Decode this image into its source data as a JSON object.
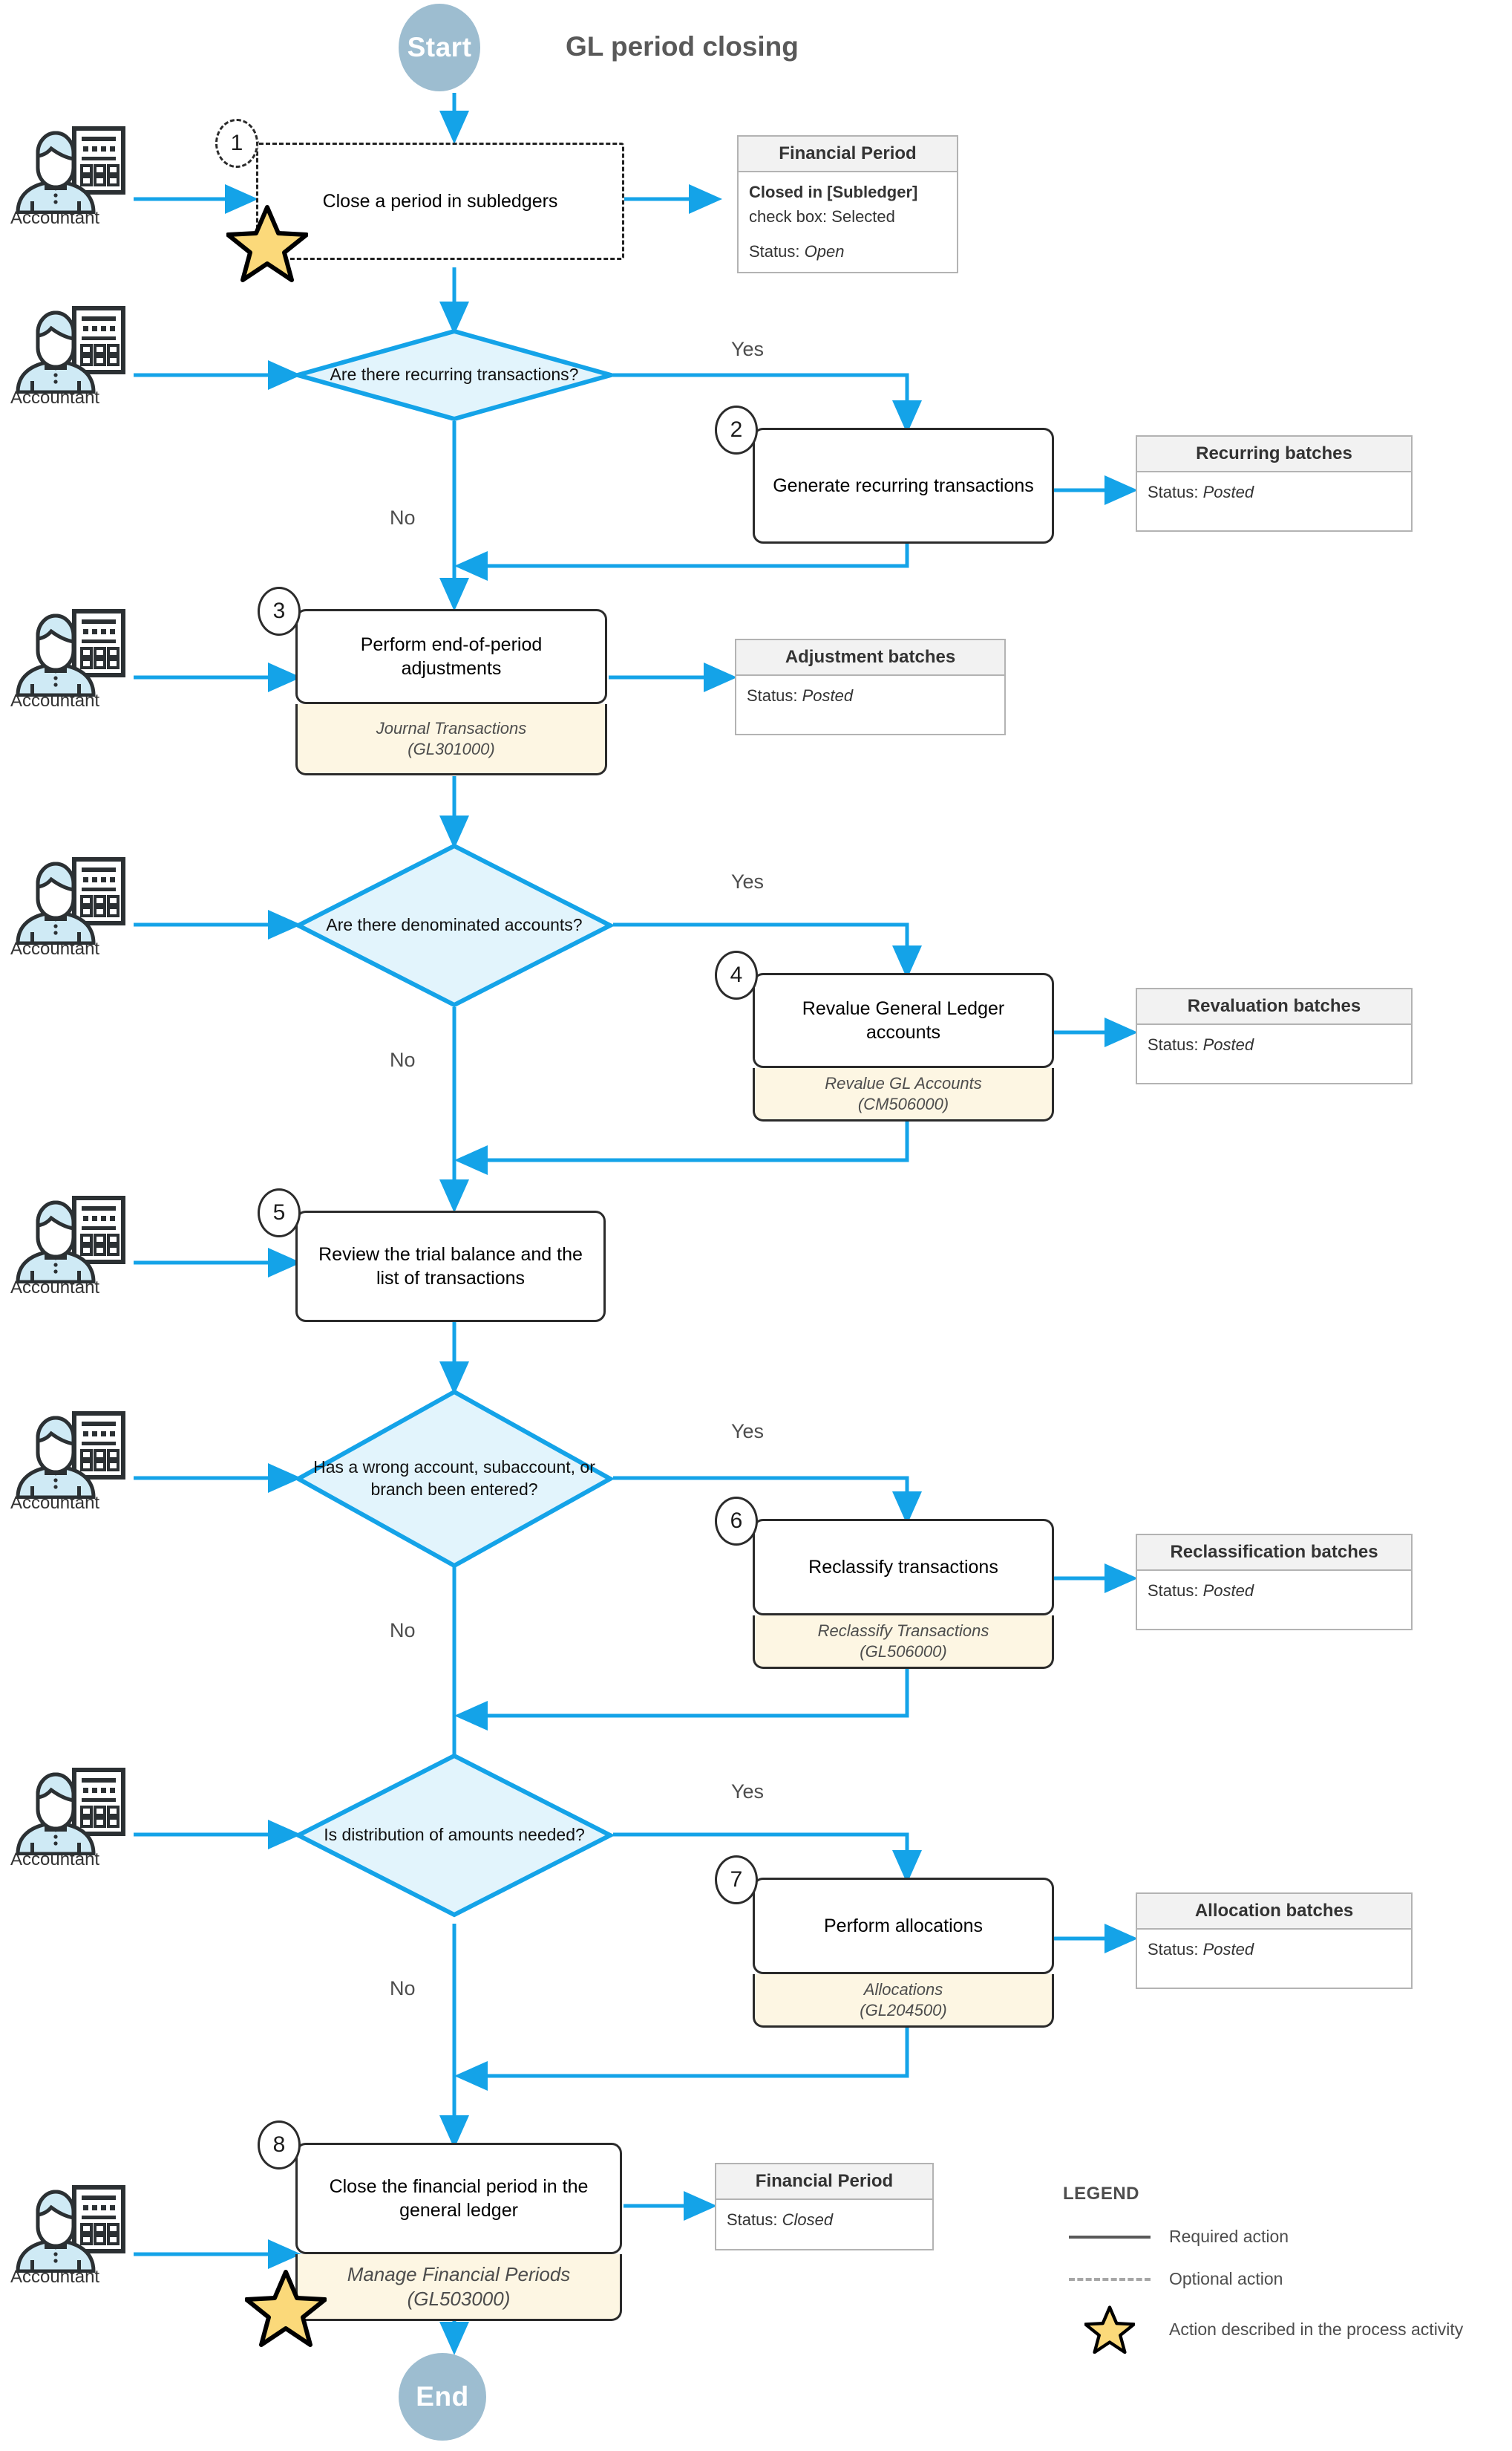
{
  "diagram": {
    "title": "GL period closing",
    "start_label": "Start",
    "end_label": "End",
    "actor_label": "Accountant",
    "actor_icon": "accountant-icon",
    "yes_label": "Yes",
    "no_label": "No",
    "accent_color": "#14a3e8",
    "diamond_fill": "#e2f4fc",
    "screen_fill": "#fdf6e3",
    "terminator_fill": "#9dbdd0"
  },
  "steps": [
    {
      "number": "1",
      "text": "Close a period in subledgers",
      "optional": true,
      "starred": true,
      "screen": null,
      "screen_id": null
    },
    {
      "number": "2",
      "text": "Generate recurring transactions",
      "optional": false,
      "starred": false,
      "screen": null,
      "screen_id": null
    },
    {
      "number": "3",
      "text": "Perform end-of-period adjustments",
      "optional": false,
      "starred": false,
      "screen": "Journal Transactions",
      "screen_id": "(GL301000)"
    },
    {
      "number": "4",
      "text": "Revalue General Ledger accounts",
      "optional": false,
      "starred": false,
      "screen": "Revalue GL Accounts",
      "screen_id": "(CM506000)"
    },
    {
      "number": "5",
      "text": "Review the trial balance and the list of transactions",
      "optional": false,
      "starred": false,
      "screen": null,
      "screen_id": null
    },
    {
      "number": "6",
      "text": "Reclassify transactions",
      "optional": false,
      "starred": false,
      "screen": "Reclassify Transactions",
      "screen_id": "(GL506000)"
    },
    {
      "number": "7",
      "text": "Perform allocations",
      "optional": false,
      "starred": false,
      "screen": "Allocations",
      "screen_id": "(GL204500)"
    },
    {
      "number": "8",
      "text": "Close the financial period in the general ledger",
      "optional": false,
      "starred": true,
      "screen": "Manage Financial Periods",
      "screen_id": "(GL503000)"
    }
  ],
  "decisions": [
    {
      "id": "d1",
      "text": "Are there recurring transactions?"
    },
    {
      "id": "d2",
      "text": "Are there denominated accounts?"
    },
    {
      "id": "d3",
      "text": "Has a wrong account, subaccount, or branch been entered?"
    },
    {
      "id": "d4",
      "text": "Is distribution of amounts needed?"
    }
  ],
  "cards": [
    {
      "id": "c1",
      "title": "Financial Period",
      "line_bold": "Closed in [Subledger]",
      "line_plain": "check box: Selected",
      "status_label": "Status:",
      "status_value": "Open"
    },
    {
      "id": "c2",
      "title": "Recurring batches",
      "line_bold": null,
      "line_plain": null,
      "status_label": "Status:",
      "status_value": "Posted"
    },
    {
      "id": "c3",
      "title": "Adjustment batches",
      "line_bold": null,
      "line_plain": null,
      "status_label": "Status:",
      "status_value": "Posted"
    },
    {
      "id": "c4",
      "title": "Revaluation batches",
      "line_bold": null,
      "line_plain": null,
      "status_label": "Status:",
      "status_value": "Posted"
    },
    {
      "id": "c5",
      "title": "Reclassification batches",
      "line_bold": null,
      "line_plain": null,
      "status_label": "Status:",
      "status_value": "Posted"
    },
    {
      "id": "c6",
      "title": "Allocation batches",
      "line_bold": null,
      "line_plain": null,
      "status_label": "Status:",
      "status_value": "Posted"
    },
    {
      "id": "c7",
      "title": "Financial Period",
      "line_bold": null,
      "line_plain": null,
      "status_label": "Status:",
      "status_value": "Closed"
    }
  ],
  "legend": {
    "title": "LEGEND",
    "items": [
      {
        "key": "solid-line",
        "label": "Required action"
      },
      {
        "key": "dashed-line",
        "label": "Optional action"
      },
      {
        "key": "star",
        "label": "Action described in the process activity"
      }
    ]
  }
}
